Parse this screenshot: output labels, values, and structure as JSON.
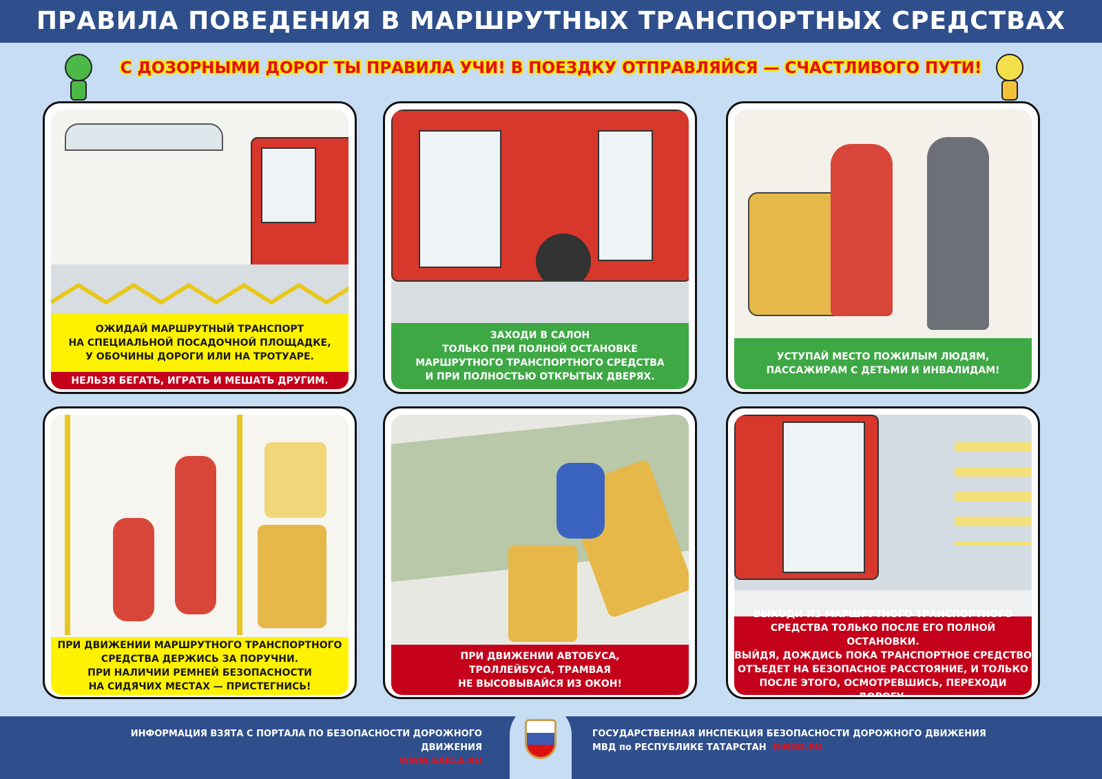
{
  "header": {
    "title": "ПРАВИЛА ПОВЕДЕНИЯ В МАРШРУТНЫХ ТРАНСПОРТНЫХ СРЕДСТВАХ"
  },
  "subtitle": "С ДОЗОРНЫМИ ДОРОГ ТЫ ПРАВИЛА УЧИ! В ПОЕЗДКУ ОТПРАВЛЯЙСЯ — СЧАСТЛИВОГО ПУТИ!",
  "panels": [
    {
      "lines": [
        "ОЖИДАЙ МАРШРУТНЫЙ ТРАНСПОРТ",
        "НА СПЕЦИАЛЬНОЙ ПОСАДОЧНОЙ ПЛОЩАДКЕ,",
        "У ОБОЧИНЫ ДОРОГИ ИЛИ НА ТРОТУАРЕ."
      ],
      "warning": "НЕЛЬЗЯ БЕГАТЬ, ИГРАТЬ И МЕШАТЬ ДРУГИМ."
    },
    {
      "lines": [
        "ЗАХОДИ В САЛОН",
        "ТОЛЬКО ПРИ ПОЛНОЙ ОСТАНОВКЕ",
        "МАРШРУТНОГО ТРАНСПОРТНОГО СРЕДСТВА",
        "И ПРИ ПОЛНОСТЬЮ ОТКРЫТЫХ ДВЕРЯХ."
      ]
    },
    {
      "lines": [
        "УСТУПАЙ МЕСТО ПОЖИЛЫМ ЛЮДЯМ,",
        "ПАССАЖИРАМ С ДЕТЬМИ И ИНВАЛИДАМ!"
      ]
    },
    {
      "lines": [
        "ПРИ ДВИЖЕНИИ МАРШРУТНОГО ТРАНСПОРТНОГО",
        "СРЕДСТВА ДЕРЖИСЬ ЗА ПОРУЧНИ.",
        "ПРИ НАЛИЧИИ РЕМНЕЙ БЕЗОПАСНОСТИ",
        "НА СИДЯЧИХ МЕСТАХ — ПРИСТЕГНИСЬ!"
      ]
    },
    {
      "lines": [
        "ПРИ ДВИЖЕНИИ АВТОБУСА,",
        "ТРОЛЛЕЙБУСА, ТРАМВАЯ",
        "НЕ ВЫСОВЫВАЙСЯ ИЗ ОКОН!"
      ]
    },
    {
      "lines": [
        "ВЫХОДИ ИЗ МАРШРУТНОГО ТРАНСПОРТНОГО",
        "СРЕДСТВА ТОЛЬКО ПОСЛЕ ЕГО ПОЛНОЙ ОСТАНОВКИ.",
        "ВЫЙДЯ, ДОЖДИСЬ ПОКА ТРАНСПОРТНОЕ СРЕДСТВО",
        "ОТЪЕДЕТ НА БЕЗОПАСНОЕ РАССТОЯНИЕ, И ТОЛЬКО",
        "ПОСЛЕ ЭТОГО, ОСМОТРЕВШИСЬ, ПЕРЕХОДИ ДОРОГУ."
      ]
    }
  ],
  "footer": {
    "left": "ИНФОРМАЦИЯ ВЗЯТА С ПОРТАЛА ПО БЕЗОПАСНОСТИ ДОРОЖНОГО ДВИЖЕНИЯ",
    "left_link": "WWW.SAKLA.RU",
    "right": "ГОСУДАРСТВЕННАЯ ИНСПЕКЦИЯ БЕЗОПАСНОСТИ ДОРОЖНОГО ДВИЖЕНИЯ",
    "right2": "МВД по РЕСПУБЛИКЕ ТАТАРСТАН",
    "right_link": "GIBDD.RU"
  },
  "colors": {
    "blue": "#2f4f8c",
    "bg": "#c6ddf3",
    "yellow": "#fff200",
    "green": "#3ea845",
    "red": "#c4001a"
  }
}
